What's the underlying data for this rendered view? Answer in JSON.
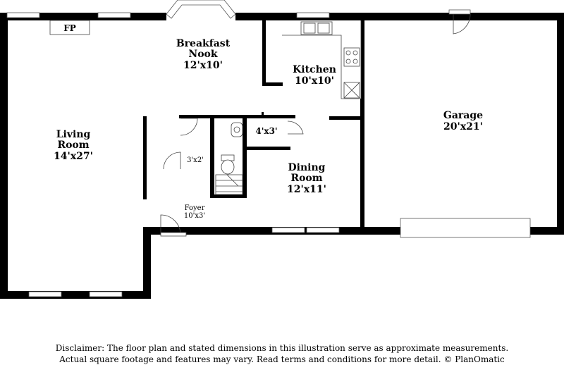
{
  "rooms": {
    "breakfast_nook": {
      "name_line1": "Breakfast",
      "name_line2": "Nook",
      "dims": "12'x10'"
    },
    "kitchen": {
      "name": "Kitchen",
      "dims": "10'x10'"
    },
    "garage": {
      "name": "Garage",
      "dims": "20'x21'"
    },
    "living_room": {
      "name_line1": "Living",
      "name_line2": "Room",
      "dims": "14'x27'"
    },
    "dining_room": {
      "name_line1": "Dining",
      "name_line2": "Room",
      "dims": "12'x11'"
    },
    "foyer": {
      "name": "Foyer",
      "dims": "10'x3'"
    },
    "closet_small": {
      "dims": "3'x2'"
    },
    "bath_half": {
      "dims": "4'x3'"
    }
  },
  "fixtures": {
    "fireplace": "FP"
  },
  "disclaimer": {
    "line1": "Disclaimer: The floor plan and stated dimensions in this illustration serve as approximate measurements.",
    "line2": "Actual square footage and features may vary. Read terms and conditions for more detail. © PlanOmatic"
  }
}
